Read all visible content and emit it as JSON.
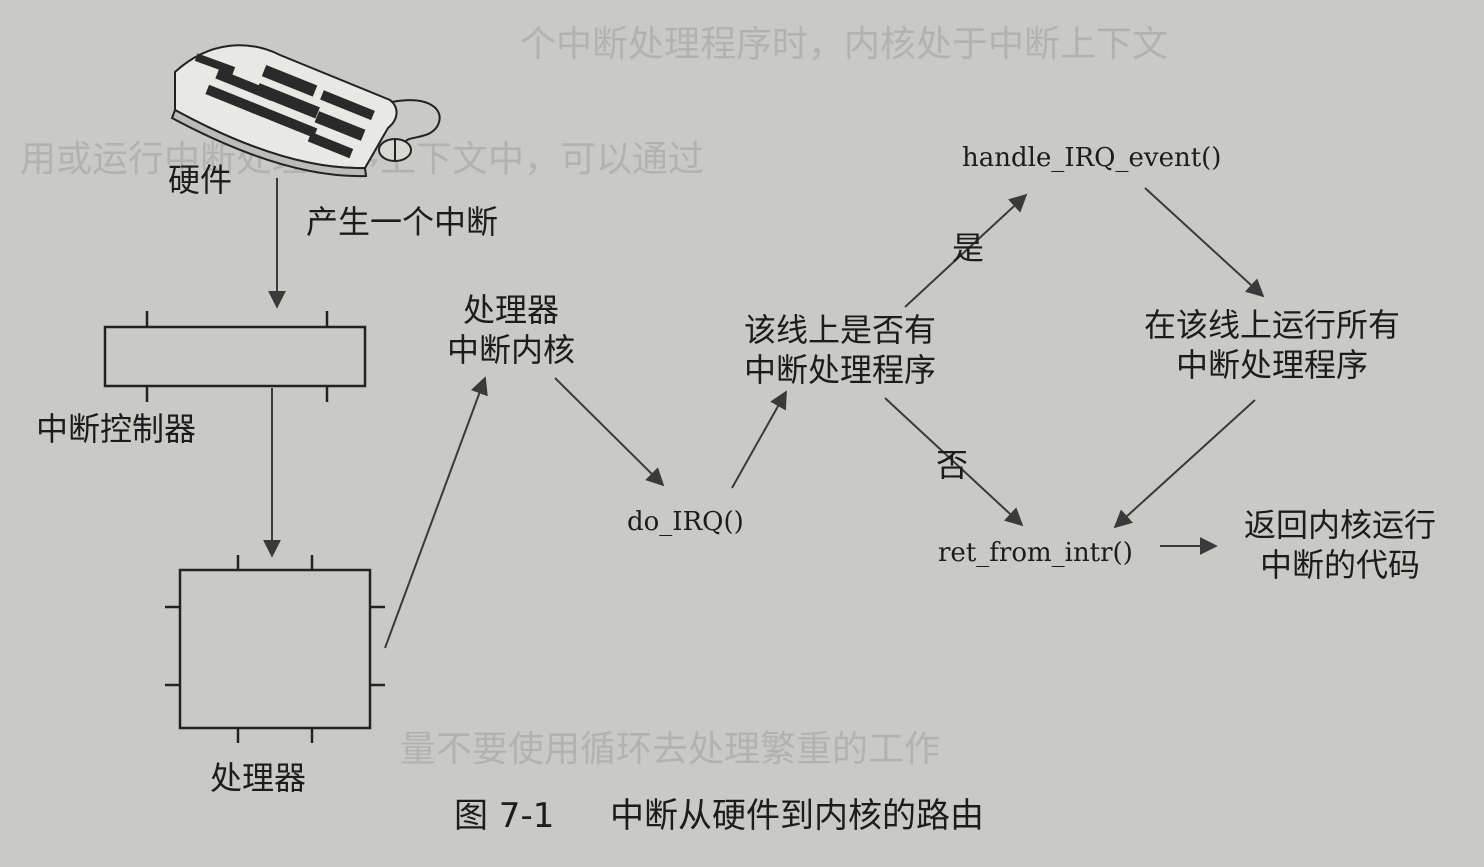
{
  "diagram": {
    "nodes": {
      "hardware": "硬件",
      "interrupt_controller": "中断控制器",
      "processor": "处理器",
      "processor_interrupts_kernel": [
        "处理器",
        "中断内核"
      ],
      "do_irq": "do_IRQ()",
      "has_handler_question": [
        "该线上是否有",
        "中断处理程序"
      ],
      "handle_irq_event": "handle_IRQ_event()",
      "run_all_handlers": [
        "在该线上运行所有",
        "中断处理程序"
      ],
      "ret_from_intr": "ret_from_intr()",
      "return_to_kernel": [
        "返回内核运行",
        "中断的代码"
      ]
    },
    "edge_labels": {
      "generate_interrupt": "产生一个中断",
      "yes": "是",
      "no": "否"
    },
    "caption": {
      "number": "图 7-1",
      "title": "中断从硬件到内核的路由"
    }
  },
  "colors": {
    "paper": "#c9cac5",
    "ink": "#1c1c1c",
    "arrow": "#3a3a3a"
  },
  "icons": [
    "keyboard-icon"
  ]
}
